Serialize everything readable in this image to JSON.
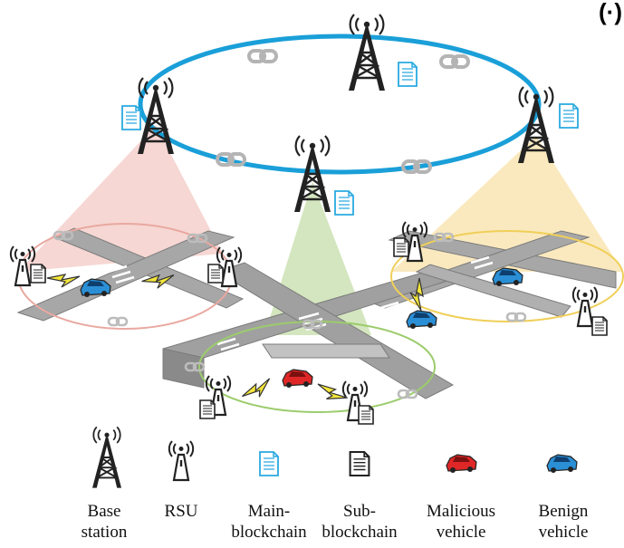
{
  "corner_mark": "(·)",
  "legend": {
    "base_station": {
      "line1": "Base",
      "line2": "station"
    },
    "rsu": {
      "line1": "RSU",
      "line2": ""
    },
    "main_blockchain": {
      "line1": "Main-",
      "line2": "blockchain"
    },
    "sub_blockchain": {
      "line1": "Sub-",
      "line2": "blockchain"
    },
    "malicious_vehicle": {
      "line1": "Malicious",
      "line2": "vehicle"
    },
    "benign_vehicle": {
      "line1": "Benign",
      "line2": "vehicle"
    }
  },
  "colors": {
    "main_ring": "#1a9fd8",
    "chain_link": "#b4b4b4",
    "tower": "#222222",
    "doc_blue": "#29a9e0",
    "red_zone": "#f3c9c4",
    "green_zone": "#cfe3b8",
    "yellow_zone": "#f8e2a8",
    "red_ring": "#e9a8a0",
    "green_ring": "#9ccc6c",
    "yellow_ring": "#f0cf58",
    "road": "#9b9b9b",
    "malicious_car": "#e02727",
    "benign_car": "#2b8fd6",
    "lightning": "#f3e53a"
  },
  "icons": [
    "base-station-icon",
    "rsu-icon",
    "main-blockchain-doc-icon",
    "sub-blockchain-doc-icon",
    "malicious-vehicle-icon",
    "benign-vehicle-icon",
    "chain-link-icon",
    "lightning-icon"
  ]
}
